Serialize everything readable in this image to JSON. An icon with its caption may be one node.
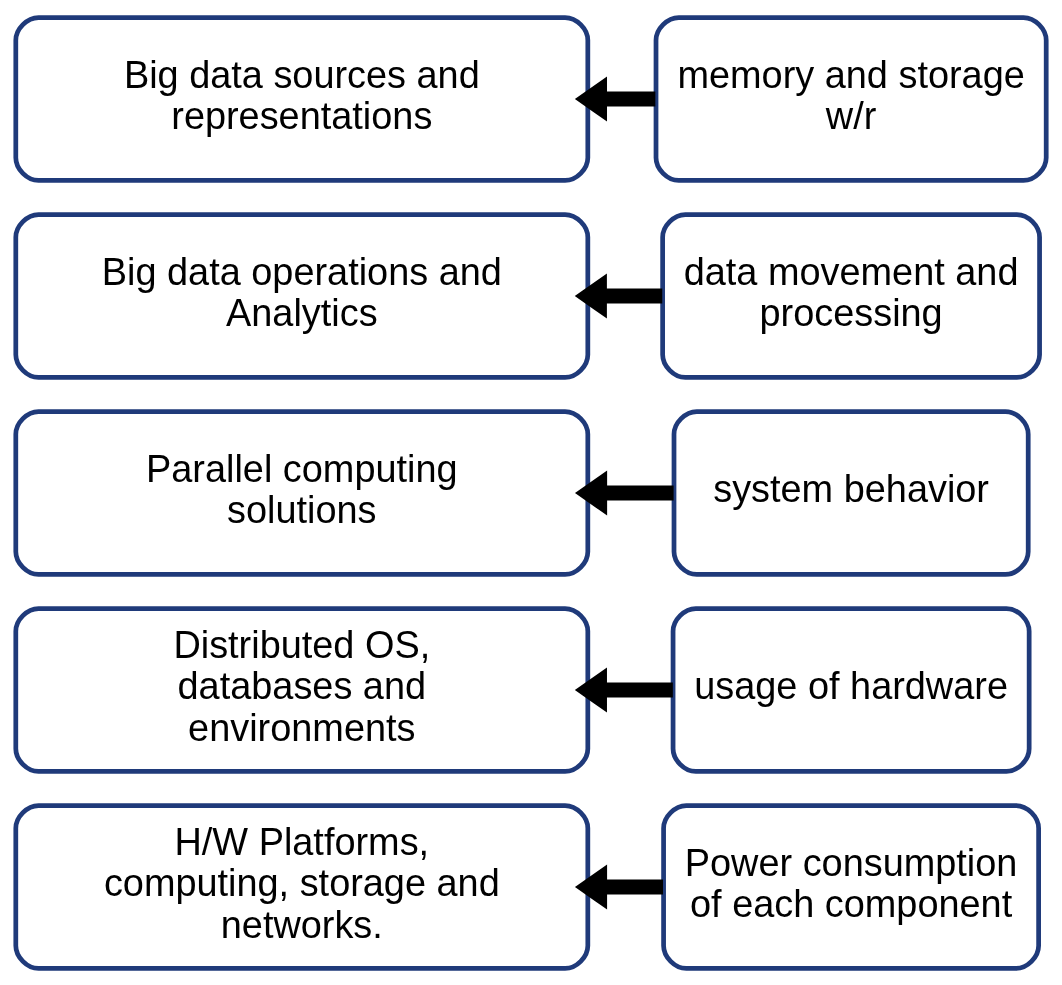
{
  "diagram": {
    "nodes": [
      {
        "text": [
          "Big data sources and representations"
        ]
      },
      {
        "text": [
          "memory and storage w/r"
        ]
      },
      {
        "text": [
          "Big data operations and Analytics"
        ]
      },
      {
        "text": [
          "data movement and processing"
        ]
      },
      {
        "text": [
          "Parallel computing solutions"
        ]
      },
      {
        "text": [
          "system behavior"
        ]
      },
      {
        "text": [
          "Distributed OS, databases and environments"
        ]
      },
      {
        "text": [
          "usage of hardware"
        ]
      },
      {
        "text": [
          "H/W Platforms, computing, storage and networks."
        ]
      },
      {
        "text": [
          "Power consumption of each component"
        ]
      }
    ],
    "edges": [
      {
        "from": 1,
        "to": 0,
        "arrow": "to"
      },
      {
        "from": 3,
        "to": 2,
        "arrow": "to"
      },
      {
        "from": 5,
        "to": 4,
        "arrow": "to"
      },
      {
        "from": 7,
        "to": 6,
        "arrow": "to"
      },
      {
        "from": 9,
        "to": 8,
        "arrow": "to"
      }
    ]
  }
}
